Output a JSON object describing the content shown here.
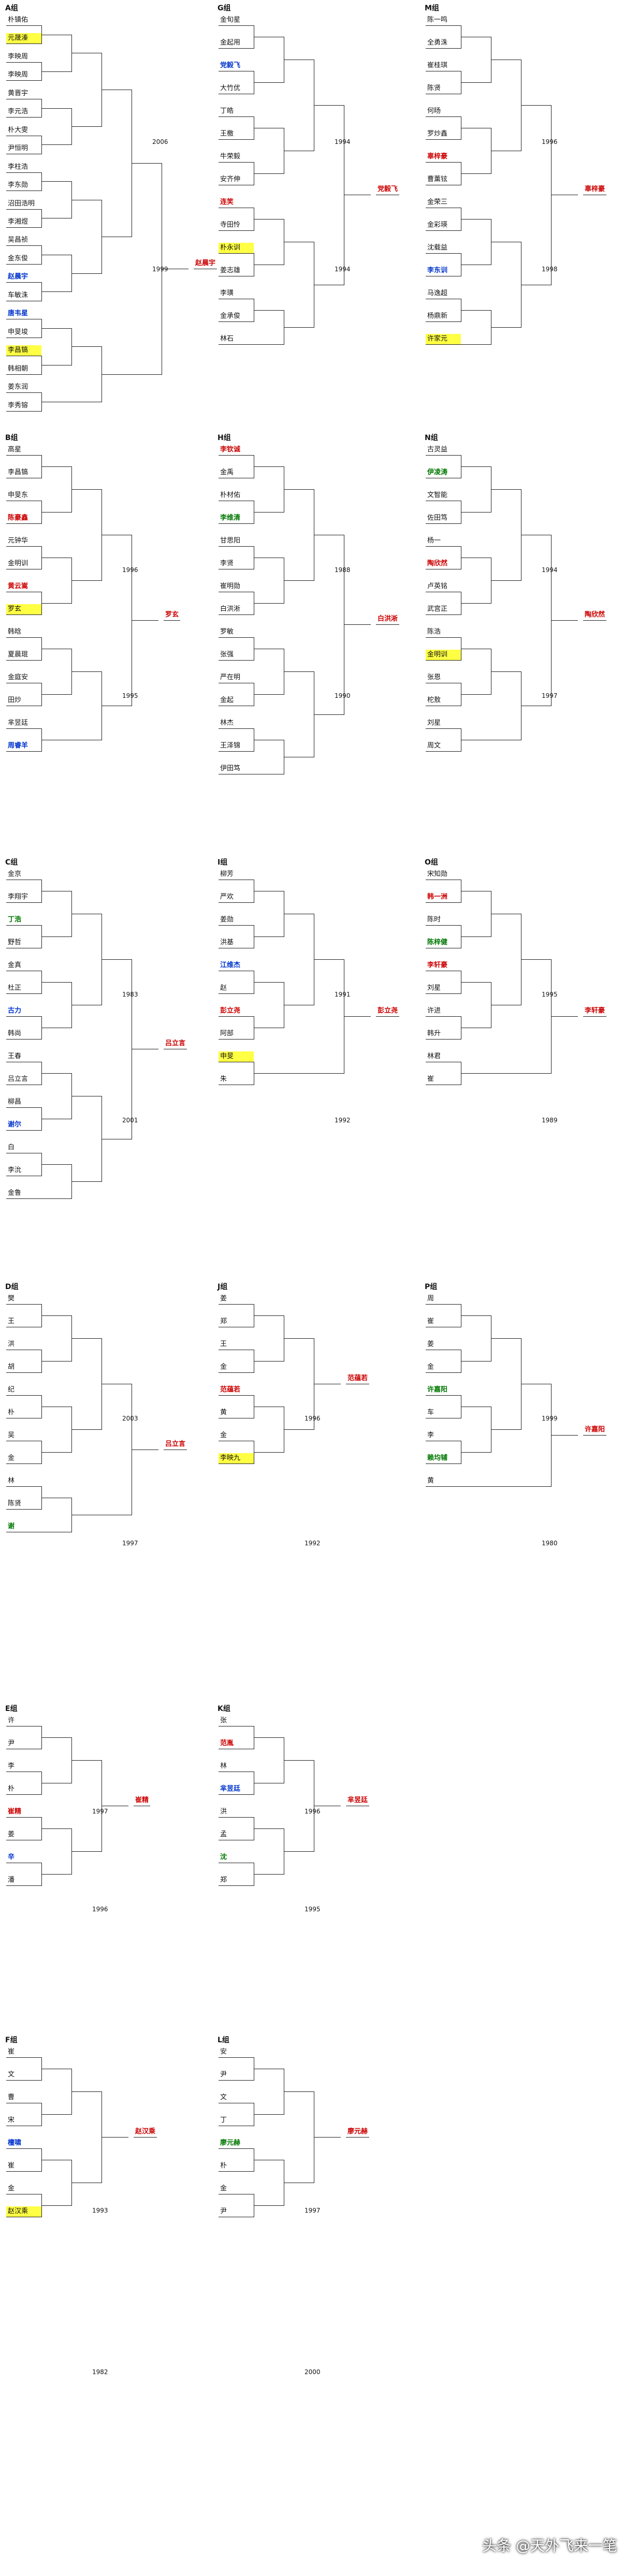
{
  "groups": [
    {
      "id": "A",
      "title": "A组",
      "col": 0,
      "row": 0,
      "bar_color": "#9ad3e8",
      "years": [
        "2006",
        "1999"
      ],
      "champion": "赵晨宇",
      "entrants": [
        {
          "name": "朴镇佑",
          "style": "player"
        },
        {
          "name": "元晟溱",
          "style": "yellow"
        },
        {
          "name": "李映周",
          "style": "player"
        },
        {
          "name": "李映周",
          "style": "player"
        },
        {
          "name": "黄晋宇",
          "style": "player"
        },
        {
          "name": "李元浩",
          "style": "player"
        },
        {
          "name": "朴大雯",
          "style": "player"
        },
        {
          "name": "尹恒明",
          "style": "player"
        },
        {
          "name": "李柱浩",
          "style": "player"
        },
        {
          "name": "李东勋",
          "style": "player"
        },
        {
          "name": "沼田浩明",
          "style": "player"
        },
        {
          "name": "李湘煜",
          "style": "player"
        },
        {
          "name": "吴昌祯",
          "style": "player"
        },
        {
          "name": "金东俊",
          "style": "player"
        },
        {
          "name": "赵晨宇",
          "style": "blue-text"
        },
        {
          "name": "车敏洙",
          "style": "player"
        },
        {
          "name": "唐韦星",
          "style": "blue-text"
        },
        {
          "name": "申旻埈",
          "style": "player"
        },
        {
          "name": "李昌镐",
          "style": "yellow"
        },
        {
          "name": "韩相朝",
          "style": "player"
        },
        {
          "name": "姜东润",
          "style": "player"
        },
        {
          "name": "李秀镕",
          "style": "player"
        }
      ]
    },
    {
      "id": "G",
      "title": "G组",
      "col": 1,
      "row": 0,
      "bar_color": "#9ad3e8",
      "years": [
        "1994",
        "1994"
      ],
      "champion": "党毅飞",
      "entrants": [
        {
          "name": "金旬星",
          "style": "player"
        },
        {
          "name": "金起用",
          "style": "player"
        },
        {
          "name": "党毅飞",
          "style": "blue-text"
        },
        {
          "name": "大竹优",
          "style": "player"
        },
        {
          "name": "丁皓",
          "style": "player"
        },
        {
          "name": "王檄",
          "style": "player"
        },
        {
          "name": "牛荣毅",
          "style": "player"
        },
        {
          "name": "安齐伸",
          "style": "player"
        },
        {
          "name": "连笑",
          "style": "red-text"
        },
        {
          "name": "寺田怜",
          "style": "player"
        },
        {
          "name": "朴永训",
          "style": "yellow"
        },
        {
          "name": "姜志雄",
          "style": "player"
        },
        {
          "name": "李璜",
          "style": "player"
        },
        {
          "name": "金承俊",
          "style": "player"
        },
        {
          "name": "林石",
          "style": "player"
        }
      ]
    },
    {
      "id": "M",
      "title": "M组",
      "col": 2,
      "row": 0,
      "bar_color": "#f08ee0",
      "years": [
        "1996",
        "1998"
      ],
      "champion": "辜梓豪",
      "entrants": [
        {
          "name": "陈一鸣",
          "style": "player"
        },
        {
          "name": "全勇洙",
          "style": "player"
        },
        {
          "name": "崔桂琪",
          "style": "player"
        },
        {
          "name": "陈贤",
          "style": "player"
        },
        {
          "name": "何旸",
          "style": "player"
        },
        {
          "name": "罗炒鑫",
          "style": "player"
        },
        {
          "name": "辜梓豪",
          "style": "red-text"
        },
        {
          "name": "曹薰铉",
          "style": "player"
        },
        {
          "name": "金荣三",
          "style": "player"
        },
        {
          "name": "金彩瑛",
          "style": "player"
        },
        {
          "name": "沈载益",
          "style": "player"
        },
        {
          "name": "李东训",
          "style": "blue-text"
        },
        {
          "name": "马逸超",
          "style": "player"
        },
        {
          "name": "杨鼎新",
          "style": "player"
        },
        {
          "name": "许家元",
          "style": "yellow"
        }
      ]
    },
    {
      "id": "B",
      "title": "B组",
      "col": 0,
      "row": 1,
      "bar_color": "#9ad3e8",
      "years": [
        "1996",
        "1995"
      ],
      "champion": "罗玄",
      "entrants": [
        {
          "name": "高星",
          "style": "player"
        },
        {
          "name": "李昌镐",
          "style": "player"
        },
        {
          "name": "申旻东",
          "style": "player"
        },
        {
          "name": "陈豪鑫",
          "style": "red-text"
        },
        {
          "name": "元钟华",
          "style": "player"
        },
        {
          "name": "金明训",
          "style": "player"
        },
        {
          "name": "黄云嵩",
          "style": "red-text"
        },
        {
          "name": "罗玄",
          "style": "yellow"
        },
        {
          "name": "韩晗",
          "style": "player"
        },
        {
          "name": "夏晨琨",
          "style": "player"
        },
        {
          "name": "金庭安",
          "style": "player"
        },
        {
          "name": "田炒",
          "style": "player"
        },
        {
          "name": "芈昱廷",
          "style": "player"
        },
        {
          "name": "周睿羊",
          "style": "blue-text"
        }
      ]
    },
    {
      "id": "H",
      "title": "H组",
      "col": 1,
      "row": 1,
      "bar_color": "#9ad3e8",
      "years": [
        "1988",
        "1990"
      ],
      "champion": "白洪淅",
      "entrants": [
        {
          "name": "李钦诚",
          "style": "red-text"
        },
        {
          "name": "金禹",
          "style": "player"
        },
        {
          "name": "朴材佑",
          "style": "player"
        },
        {
          "name": "李维清",
          "style": "green-text"
        },
        {
          "name": "甘思阳",
          "style": "player"
        },
        {
          "name": "李贤",
          "style": "player"
        },
        {
          "name": "崔明勋",
          "style": "player"
        },
        {
          "name": "白洪淅",
          "style": "player"
        },
        {
          "name": "罗敏",
          "style": "player"
        },
        {
          "name": "张强",
          "style": "player"
        },
        {
          "name": "严在明",
          "style": "player"
        },
        {
          "name": "金起",
          "style": "player"
        },
        {
          "name": "林杰",
          "style": "player"
        },
        {
          "name": "王泽锦",
          "style": "player"
        },
        {
          "name": "伊田笃",
          "style": "player"
        }
      ]
    },
    {
      "id": "N",
      "title": "N组",
      "col": 2,
      "row": 1,
      "bar_color": "#ffff44",
      "years": [
        "1994",
        "1997"
      ],
      "champion": "陶欣然",
      "entrants": [
        {
          "name": "古灵益",
          "style": "player"
        },
        {
          "name": "伊凌涛",
          "style": "green-text"
        },
        {
          "name": "文智能",
          "style": "player"
        },
        {
          "name": "佐田笃",
          "style": "player"
        },
        {
          "name": "杨一",
          "style": "player"
        },
        {
          "name": "陶欣然",
          "style": "red-text"
        },
        {
          "name": "卢英铭",
          "style": "player"
        },
        {
          "name": "武宫正",
          "style": "player"
        },
        {
          "name": "陈浩",
          "style": "player"
        },
        {
          "name": "金明训",
          "style": "yellow"
        },
        {
          "name": "张恩",
          "style": "player"
        },
        {
          "name": "柁敖",
          "style": "player"
        },
        {
          "name": "刘星",
          "style": "player"
        },
        {
          "name": "周文",
          "style": "player"
        }
      ]
    },
    {
      "id": "C",
      "title": "C组",
      "col": 0,
      "row": 2,
      "bar_color": "#f08ee0",
      "years": [
        "1983",
        "2001"
      ],
      "champion": "吕立言",
      "entrants": [
        {
          "name": "金京",
          "style": "player"
        },
        {
          "name": "李翔宇",
          "style": "player"
        },
        {
          "name": "丁浩",
          "style": "green-text"
        },
        {
          "name": "野哲",
          "style": "player"
        },
        {
          "name": "金真",
          "style": "player"
        },
        {
          "name": "杜正",
          "style": "player"
        },
        {
          "name": "古力",
          "style": "blue-text"
        },
        {
          "name": "韩尚",
          "style": "player"
        },
        {
          "name": "王春",
          "style": "player"
        },
        {
          "name": "吕立言",
          "style": "player"
        },
        {
          "name": "柳昌",
          "style": "player"
        },
        {
          "name": "谢尔",
          "style": "blue-text"
        },
        {
          "name": "白",
          "style": "player"
        },
        {
          "name": "李沇",
          "style": "player"
        },
        {
          "name": "金鲁",
          "style": "player"
        }
      ]
    },
    {
      "id": "I",
      "title": "I组",
      "col": 1,
      "row": 2,
      "bar_color": "#f08ee0",
      "years": [
        "1991",
        "1992"
      ],
      "champion": "彭立尧",
      "entrants": [
        {
          "name": "柳芳",
          "style": "player"
        },
        {
          "name": "严欢",
          "style": "player"
        },
        {
          "name": "姜勋",
          "style": "player"
        },
        {
          "name": "洪基",
          "style": "player"
        },
        {
          "name": "江维杰",
          "style": "blue-text"
        },
        {
          "name": "赵",
          "style": "player"
        },
        {
          "name": "彭立尧",
          "style": "red-text"
        },
        {
          "name": "阿部",
          "style": "player"
        },
        {
          "name": "申旻",
          "style": "yellow"
        },
        {
          "name": "朱",
          "style": "player"
        }
      ]
    },
    {
      "id": "O",
      "title": "O组",
      "col": 2,
      "row": 2,
      "bar_color": "#ffff44",
      "years": [
        "1995",
        "1989"
      ],
      "champion": "李轩豪",
      "entrants": [
        {
          "name": "宋知勋",
          "style": "player"
        },
        {
          "name": "韩一洲",
          "style": "red-text"
        },
        {
          "name": "陈时",
          "style": "player"
        },
        {
          "name": "陈梓健",
          "style": "green-text"
        },
        {
          "name": "李轩豪",
          "style": "red-text"
        },
        {
          "name": "刘星",
          "style": "player"
        },
        {
          "name": "许进",
          "style": "player"
        },
        {
          "name": "韩升",
          "style": "player"
        },
        {
          "name": "林君",
          "style": "player"
        },
        {
          "name": "崔",
          "style": "player"
        }
      ]
    },
    {
      "id": "D",
      "title": "D组",
      "col": 0,
      "row": 3,
      "bar_color": "#f08ee0",
      "years": [
        "2003",
        "1997"
      ],
      "champion": "吕立言",
      "entrants": [
        {
          "name": "樊",
          "style": "player"
        },
        {
          "name": "王",
          "style": "player"
        },
        {
          "name": "洪",
          "style": "player"
        },
        {
          "name": "胡",
          "style": "player"
        },
        {
          "name": "纪",
          "style": "player"
        },
        {
          "name": "朴",
          "style": "player"
        },
        {
          "name": "吴",
          "style": "player"
        },
        {
          "name": "金",
          "style": "player"
        },
        {
          "name": "林",
          "style": "player"
        },
        {
          "name": "陈贤",
          "style": "player"
        },
        {
          "name": "谢",
          "style": "green-text"
        }
      ]
    },
    {
      "id": "J",
      "title": "J组",
      "col": 1,
      "row": 3,
      "bar_color": "#ffff44",
      "years": [
        "1996",
        "1992"
      ],
      "champion": "范蕴若",
      "entrants": [
        {
          "name": "姜",
          "style": "player"
        },
        {
          "name": "郑",
          "style": "player"
        },
        {
          "name": "王",
          "style": "player"
        },
        {
          "name": "金",
          "style": "player"
        },
        {
          "name": "范蕴若",
          "style": "red-text"
        },
        {
          "name": "黄",
          "style": "player"
        },
        {
          "name": "金",
          "style": "player"
        },
        {
          "name": "李映九",
          "style": "yellow"
        }
      ]
    },
    {
      "id": "P",
      "title": "P组",
      "col": 2,
      "row": 3,
      "bar_color": "#ffff44",
      "years": [
        "1999",
        "1980"
      ],
      "champion": "许嘉阳",
      "entrants": [
        {
          "name": "周",
          "style": "player"
        },
        {
          "name": "崔",
          "style": "player"
        },
        {
          "name": "姜",
          "style": "player"
        },
        {
          "name": "金",
          "style": "player"
        },
        {
          "name": "许嘉阳",
          "style": "green-text"
        },
        {
          "name": "车",
          "style": "player"
        },
        {
          "name": "李",
          "style": "player"
        },
        {
          "name": "赖均辅",
          "style": "green-text"
        },
        {
          "name": "黄",
          "style": "player"
        }
      ]
    },
    {
      "id": "E",
      "title": "E组",
      "col": 0,
      "row": 4,
      "bar_color": "#f08ee0",
      "years": [
        "1997",
        "1996"
      ],
      "champion": "崔精",
      "entrants": [
        {
          "name": "许",
          "style": "player"
        },
        {
          "name": "尹",
          "style": "player"
        },
        {
          "name": "李",
          "style": "player"
        },
        {
          "name": "朴",
          "style": "player"
        },
        {
          "name": "崔精",
          "style": "red-text"
        },
        {
          "name": "姜",
          "style": "player"
        },
        {
          "name": "辛",
          "style": "blue-text"
        },
        {
          "name": "潘",
          "style": "player"
        }
      ]
    },
    {
      "id": "K",
      "title": "K组",
      "col": 1,
      "row": 4,
      "bar_color": "#ffff44",
      "years": [
        "1996",
        "1995"
      ],
      "champion": "芈昱廷",
      "entrants": [
        {
          "name": "张",
          "style": "player"
        },
        {
          "name": "范胤",
          "style": "red-text"
        },
        {
          "name": "林",
          "style": "player"
        },
        {
          "name": "芈昱廷",
          "style": "blue-text"
        },
        {
          "name": "洪",
          "style": "player"
        },
        {
          "name": "孟",
          "style": "player"
        },
        {
          "name": "沈",
          "style": "green-text"
        },
        {
          "name": "郑",
          "style": "player"
        }
      ]
    },
    {
      "id": "F",
      "title": "F组",
      "col": 0,
      "row": 5,
      "bar_color": "#ffff44",
      "years": [
        "1993",
        "1982"
      ],
      "champion": "赵汉乘",
      "entrants": [
        {
          "name": "崔",
          "style": "player"
        },
        {
          "name": "文",
          "style": "player"
        },
        {
          "name": "曹",
          "style": "player"
        },
        {
          "name": "宋",
          "style": "player"
        },
        {
          "name": "檀啸",
          "style": "blue-text"
        },
        {
          "name": "崔",
          "style": "player"
        },
        {
          "name": "金",
          "style": "player"
        },
        {
          "name": "赵汉乘",
          "style": "yellow"
        }
      ]
    },
    {
      "id": "L",
      "title": "L组",
      "col": 1,
      "row": 5,
      "bar_color": "#ffff44",
      "years": [
        "1997",
        "2000"
      ],
      "champion": "廖元赫",
      "entrants": [
        {
          "name": "安",
          "style": "player"
        },
        {
          "name": "尹",
          "style": "player"
        },
        {
          "name": "文",
          "style": "player"
        },
        {
          "name": "丁",
          "style": "player"
        },
        {
          "name": "廖元赫",
          "style": "green-text"
        },
        {
          "name": "朴",
          "style": "player"
        },
        {
          "name": "金",
          "style": "player"
        },
        {
          "name": "尹",
          "style": "player"
        }
      ]
    }
  ],
  "watermark": "头条 @天外飞来一笔"
}
